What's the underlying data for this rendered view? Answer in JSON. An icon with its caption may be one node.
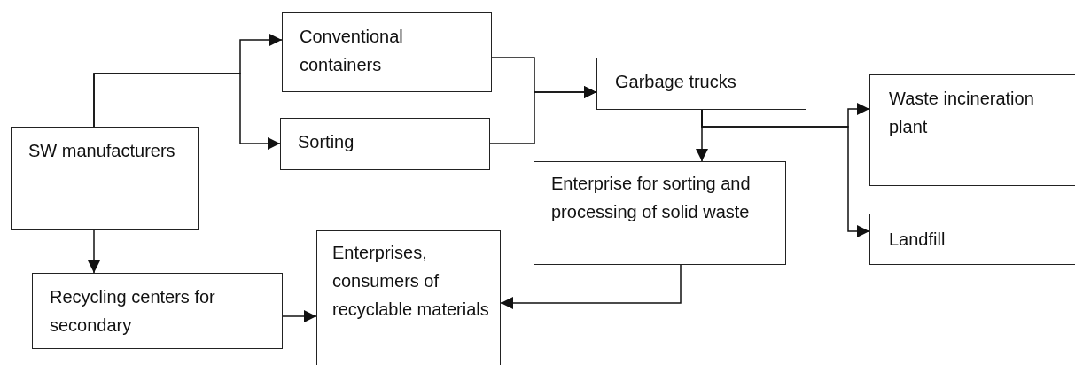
{
  "diagram": {
    "nodes": [
      {
        "text": [
          "SW manufacturers"
        ]
      },
      {
        "text": [
          "Conventional containers"
        ]
      },
      {
        "text": [
          "Sorting"
        ]
      },
      {
        "text": [
          "Garbage trucks"
        ]
      },
      {
        "text": [
          "Waste incineration plant"
        ]
      },
      {
        "text": [
          "Enterprise for sorting and processing of solid waste"
        ]
      },
      {
        "text": [
          "Landfill"
        ]
      },
      {
        "text": [
          "Recycling centers for secondary"
        ]
      },
      {
        "text": [
          "Enterprises, consumers of recyclable materials"
        ]
      }
    ],
    "edges": [
      {
        "from": 0,
        "to": 1,
        "arrow": "to"
      },
      {
        "from": 0,
        "to": 2,
        "arrow": "to"
      },
      {
        "from": 1,
        "to": 3,
        "arrow": "to"
      },
      {
        "from": 2,
        "to": 3,
        "arrow": "to"
      },
      {
        "from": 3,
        "to": 5,
        "arrow": "to"
      },
      {
        "from": 3,
        "to": 4,
        "arrow": "to"
      },
      {
        "from": 3,
        "to": 6,
        "arrow": "to"
      },
      {
        "from": 5,
        "to": 8,
        "arrow": "to"
      },
      {
        "from": 0,
        "to": 7,
        "arrow": "to"
      },
      {
        "from": 7,
        "to": 8,
        "arrow": "to"
      }
    ]
  }
}
